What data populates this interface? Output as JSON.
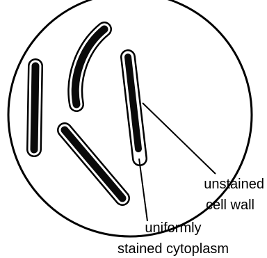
{
  "labels": {
    "cell_wall_line1": "unstained",
    "cell_wall_line2": "cell wall",
    "cytoplasm_line1": "uniformly",
    "cytoplasm_line2": "stained cytoplasm"
  },
  "colors": {
    "stain": "#0a0a0a",
    "wall": "#ffffff",
    "outline": "#000000",
    "background": "#ffffff"
  }
}
